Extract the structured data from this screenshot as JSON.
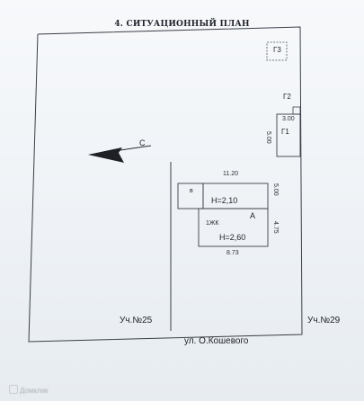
{
  "document": {
    "title": "4. СИТУАЦИОННЫЙ ПЛАН"
  },
  "buildings": {
    "g3": "Г3",
    "g2": "Г2",
    "g1": "Г1",
    "v": "в",
    "a": "А",
    "main_label": "1ЖК"
  },
  "heights": {
    "upper": "Н=2,10",
    "lower": "Н=2,60"
  },
  "dimensions": {
    "g1_width": "3.00",
    "g1_length": "5.00",
    "top_width": "11.20",
    "right_height": "5.00",
    "lower_right_height": "4.75",
    "bottom_width": "8.73"
  },
  "compass": {
    "label": "С"
  },
  "plots": {
    "left": "Уч.№25",
    "right": "Уч.№29"
  },
  "street": {
    "name": "ул. О.Кошевого"
  },
  "watermark": {
    "text": "Домклик"
  }
}
